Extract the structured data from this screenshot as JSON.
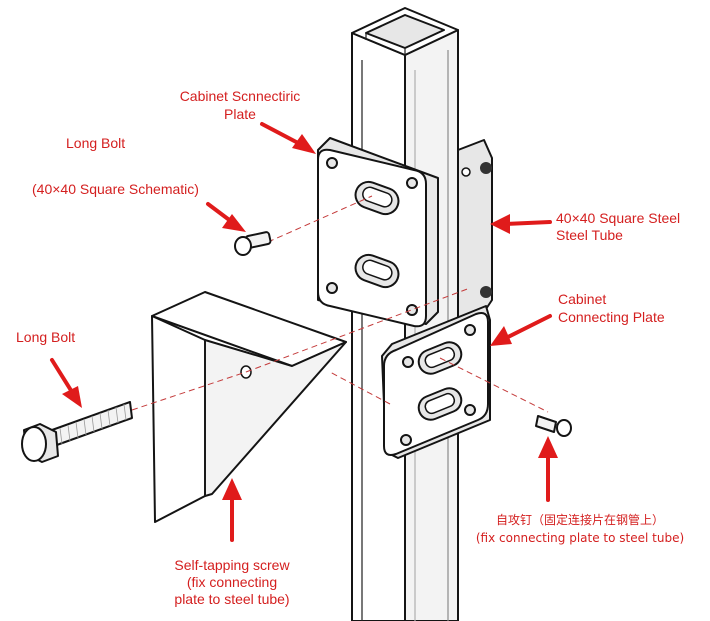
{
  "labels": {
    "cabinet_plate_top": [
      "Cabinet Scnnectiric",
      "Plate"
    ],
    "long_bolt_top": "Long Bolt",
    "square_schematic": "(40×40 Square Schematic)",
    "square_tube": [
      "40×40 Square Steel",
      "Steel Tube"
    ],
    "cabinet_plate_right": [
      "Cabinet",
      "Connecting Plate"
    ],
    "long_bolt_left": "Long Bolt",
    "self_tapping_screw": [
      "Self-tapping screw",
      "(fix connecting",
      "plate to steel tube)"
    ],
    "chinese_note": [
      "自攻钉（固定连接片在钢管上）",
      "(fix connecting plate to steel tube)"
    ]
  },
  "colors": {
    "annotation": "#d41f1f",
    "arrow": "#e01b1b",
    "line": "#141414",
    "background": "#ffffff"
  }
}
